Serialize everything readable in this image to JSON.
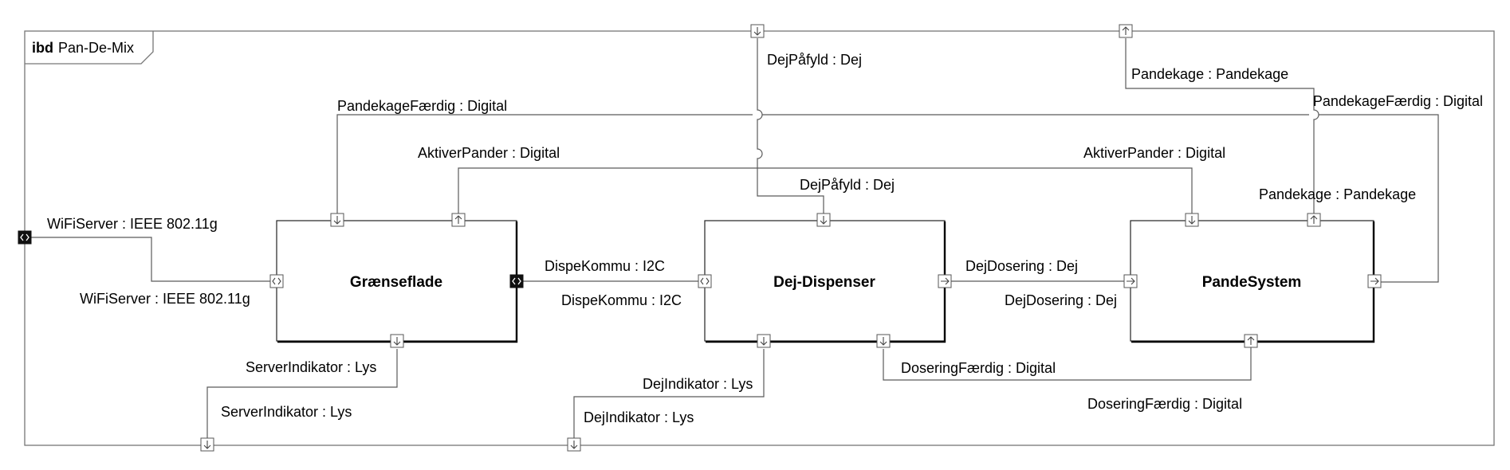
{
  "frame": {
    "kind": "ibd",
    "name": "Pan-De-Mix"
  },
  "blocks": {
    "graenseflade": "Grænseflade",
    "dispenser": "Dej-Dispenser",
    "pandesystem": "PandeSystem"
  },
  "labels": {
    "dejpafyld_top": "DejPåfyld : Dej",
    "pandekage_top": "Pandekage : Pandekage",
    "pandekagefaerdig_left": "PandekageFærdig : Digital",
    "pandekagefaerdig_right": "PandekageFærdig : Digital",
    "aktiverpander_left": "AktiverPander : Digital",
    "aktiverpander_right": "AktiverPander : Digital",
    "dejpafyld_mid": "DejPåfyld : Dej",
    "pandekage_mid": "Pandekage : Pandekage",
    "wifi_outer": "WiFiServer : IEEE 802.11g",
    "wifi_inner": "WiFiServer : IEEE 802.11g",
    "dispekommu_top": "DispeKommu : I2C",
    "dispekommu_bottom": "DispeKommu : I2C",
    "dejdosering_top": "DejDosering : Dej",
    "dejdosering_bottom": "DejDosering : Dej",
    "serverindikator_top": "ServerIndikator : Lys",
    "serverindikator_bottom": "ServerIndikator : Lys",
    "dejindikator_top": "DejIndikator : Lys",
    "dejindikator_bottom": "DejIndikator : Lys",
    "doseringfaerdig_top": "DoseringFærdig : Digital",
    "doseringfaerdig_bottom": "DoseringFærdig : Digital"
  },
  "colors": {
    "frame": "#777777",
    "wire": "#5a5a5a",
    "block_border": "#222222",
    "dark_port": "#111111"
  }
}
